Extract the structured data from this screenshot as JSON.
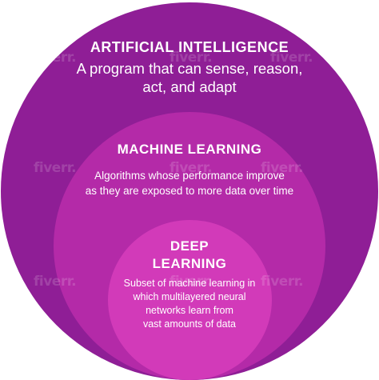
{
  "colors": {
    "outer_circle": "#8f1e96",
    "middle_circle": "#b42aa8",
    "inner_circle": "#d23ab9",
    "text": "#ffffff"
  },
  "layers": [
    {
      "title": "ARTIFICIAL INTELLIGENCE",
      "description": [
        "A program that can sense, reason,",
        "act, and adapt"
      ]
    },
    {
      "title": "MACHINE LEARNING",
      "description": [
        "Algorithms whose performance improve",
        "as they are exposed to more data over time"
      ]
    },
    {
      "title": [
        "DEEP",
        "LEARNING"
      ],
      "description": [
        "Subset of machine learning in",
        "which multilayered neural",
        "networks learn from",
        "vast amounts of data"
      ]
    }
  ],
  "watermark": "fiverr."
}
